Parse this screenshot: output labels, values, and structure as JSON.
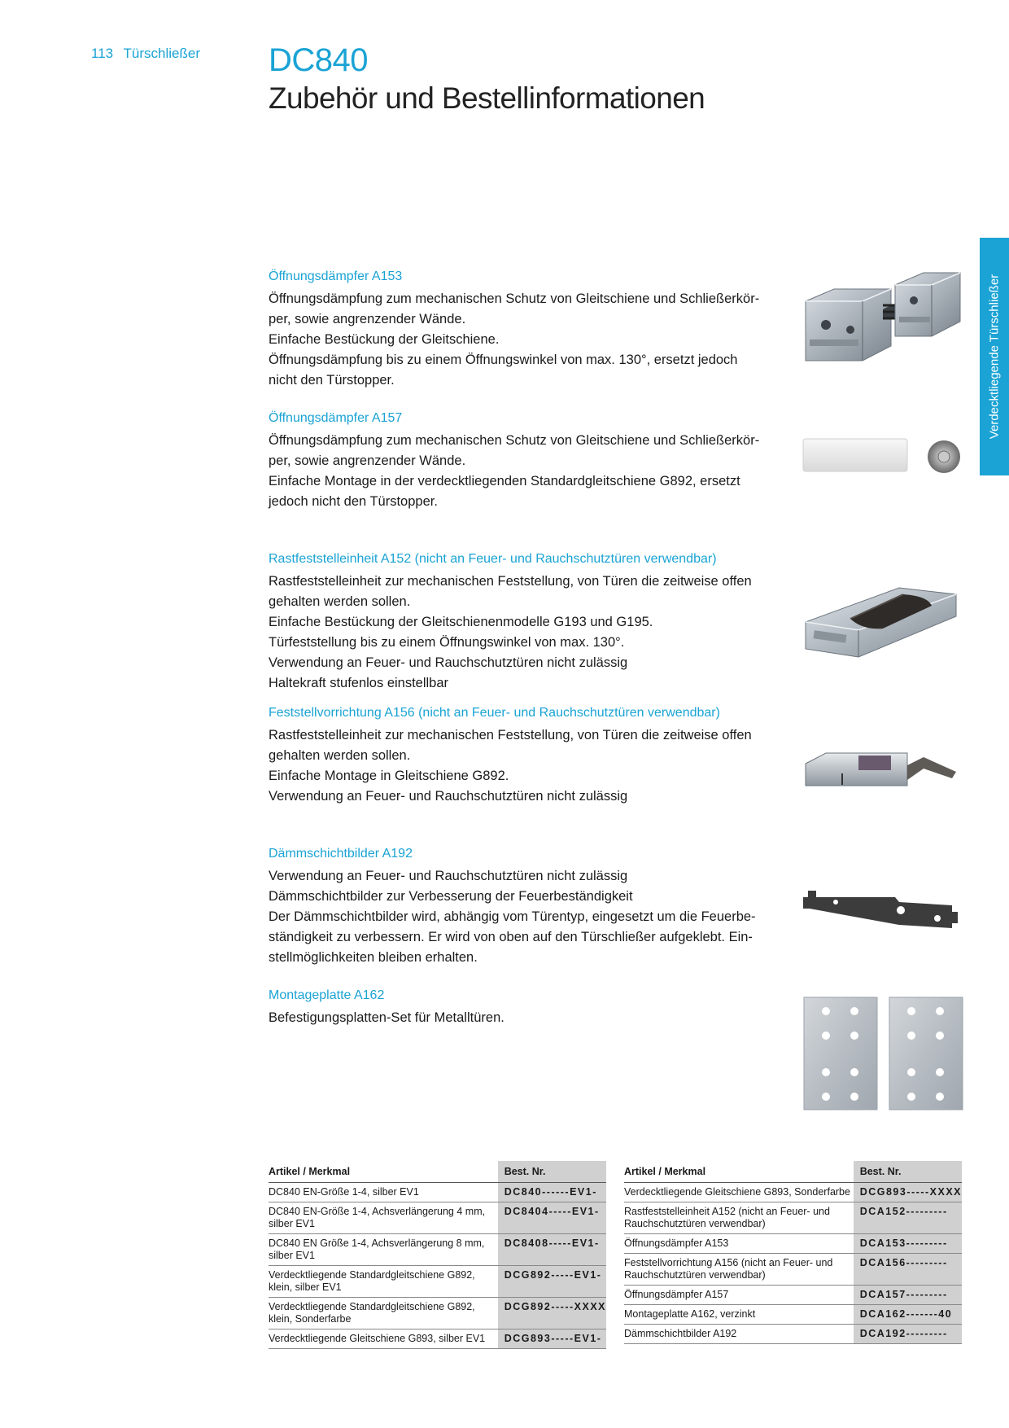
{
  "header": {
    "page_number": "113",
    "section": "Türschließer",
    "title": "DC840",
    "subtitle": "Zubehör und Bestellinformationen"
  },
  "side_tab": "Verdecktliegende Türschließer",
  "sections": [
    {
      "heading": "Öffnungsdämpfer A153",
      "lines": [
        "Öffnungsdämpfung zum mechanischen Schutz von Gleitschiene und Schließerkör-",
        "per, sowie angrenzender Wände.",
        "Einfache Bestückung der Gleitschiene.",
        "Öffnungsdämpfung bis zu einem Öffnungswinkel von max. 130°, ersetzt jedoch",
        "nicht den Türstopper."
      ]
    },
    {
      "heading": "Öffnungsdämpfer A157",
      "lines": [
        "Öffnungsdämpfung zum mechanischen Schutz von Gleitschiene und Schließerkör-",
        "per, sowie angrenzender Wände.",
        "Einfache Montage in der verdecktliegenden Standardgleitschiene G892, ersetzt",
        "jedoch nicht den Türstopper."
      ]
    },
    {
      "heading": "Rastfeststelleinheit A152 (nicht an Feuer- und Rauchschutztüren verwendbar)",
      "lines": [
        "Rastfeststelleinheit zur mechanischen Feststellung, von Türen die zeitweise offen",
        "gehalten werden sollen.",
        "Einfache Bestückung der Gleitschienenmodelle G193 und G195.",
        "Türfeststellung bis zu einem Öffnungswinkel von max. 130°.",
        "Verwendung an Feuer- und Rauchschutztüren nicht zulässig",
        "Haltekraft stufenlos einstellbar"
      ]
    },
    {
      "heading": "Feststellvorrichtung A156 (nicht an Feuer- und Rauchschutztüren verwendbar)",
      "lines": [
        "Rastfeststelleinheit zur mechanischen Feststellung, von Türen die zeitweise offen",
        "gehalten werden sollen.",
        "Einfache Montage in Gleitschiene G892.",
        "Verwendung an Feuer- und Rauchschutztüren nicht zulässig"
      ]
    },
    {
      "heading": "Dämmschichtbilder A192",
      "lines": [
        "Verwendung an Feuer- und Rauchschutztüren nicht zulässig",
        "Dämmschichtbilder zur Verbesserung der Feuerbeständigkeit",
        "Der Dämmschichtbilder wird, abhängig vom Türentyp, eingesetzt um die Feuerbe-",
        "ständigkeit zu verbessern. Er wird von oben auf den Türschließer aufgeklebt. Ein-",
        "stellmöglichkeiten bleiben erhalten."
      ]
    },
    {
      "heading": "Montageplatte A162",
      "lines": [
        "Befestigungsplatten-Set für Metalltüren."
      ]
    }
  ],
  "table_left": {
    "col_article": "Artikel / Merkmal",
    "col_nr": "Best. Nr.",
    "rows": [
      {
        "article": "DC840 EN-Größe 1-4, silber EV1",
        "nr": "DC840------EV1-"
      },
      {
        "article": "DC840 EN-Größe 1-4, Achsverlängerung 4 mm, silber EV1",
        "nr": "DC8404-----EV1-"
      },
      {
        "article": "DC840 EN Größe 1-4, Achsverlängerung 8 mm, silber EV1",
        "nr": "DC8408-----EV1-"
      },
      {
        "article": "Verdecktliegende Standardgleitschiene G892, klein, silber EV1",
        "nr": "DCG892-----EV1-"
      },
      {
        "article": "Verdecktliegende Standardgleitschiene G892, klein, Sonderfarbe",
        "nr": "DCG892-----XXXX"
      },
      {
        "article": "Verdecktliegende Gleitschiene G893, silber EV1",
        "nr": "DCG893-----EV1-"
      }
    ]
  },
  "table_right": {
    "col_article": "Artikel / Merkmal",
    "col_nr": "Best. Nr.",
    "rows": [
      {
        "article": "Verdecktliegende Gleitschiene G893, Sonderfarbe",
        "nr": "DCG893-----XXXX"
      },
      {
        "article": "Rastfeststelleinheit A152 (nicht an Feuer- und Rauchschutztüren verwendbar)",
        "nr": "DCA152---------"
      },
      {
        "article": "Öffnungsdämpfer A153",
        "nr": "DCA153---------"
      },
      {
        "article": "Feststellvorrichtung A156 (nicht an Feuer- und Rauchschutztüren verwendbar)",
        "nr": "DCA156---------"
      },
      {
        "article": "Öffnungsdämpfer A157",
        "nr": "DCA157---------"
      },
      {
        "article": "Montageplatte A162, verzinkt",
        "nr": "DCA162-------40"
      },
      {
        "article": "Dämmschichtbilder A192",
        "nr": "DCA192---------"
      }
    ]
  },
  "colors": {
    "accent": "#1aa3d4",
    "table_header_gray": "#d0d0d0"
  }
}
